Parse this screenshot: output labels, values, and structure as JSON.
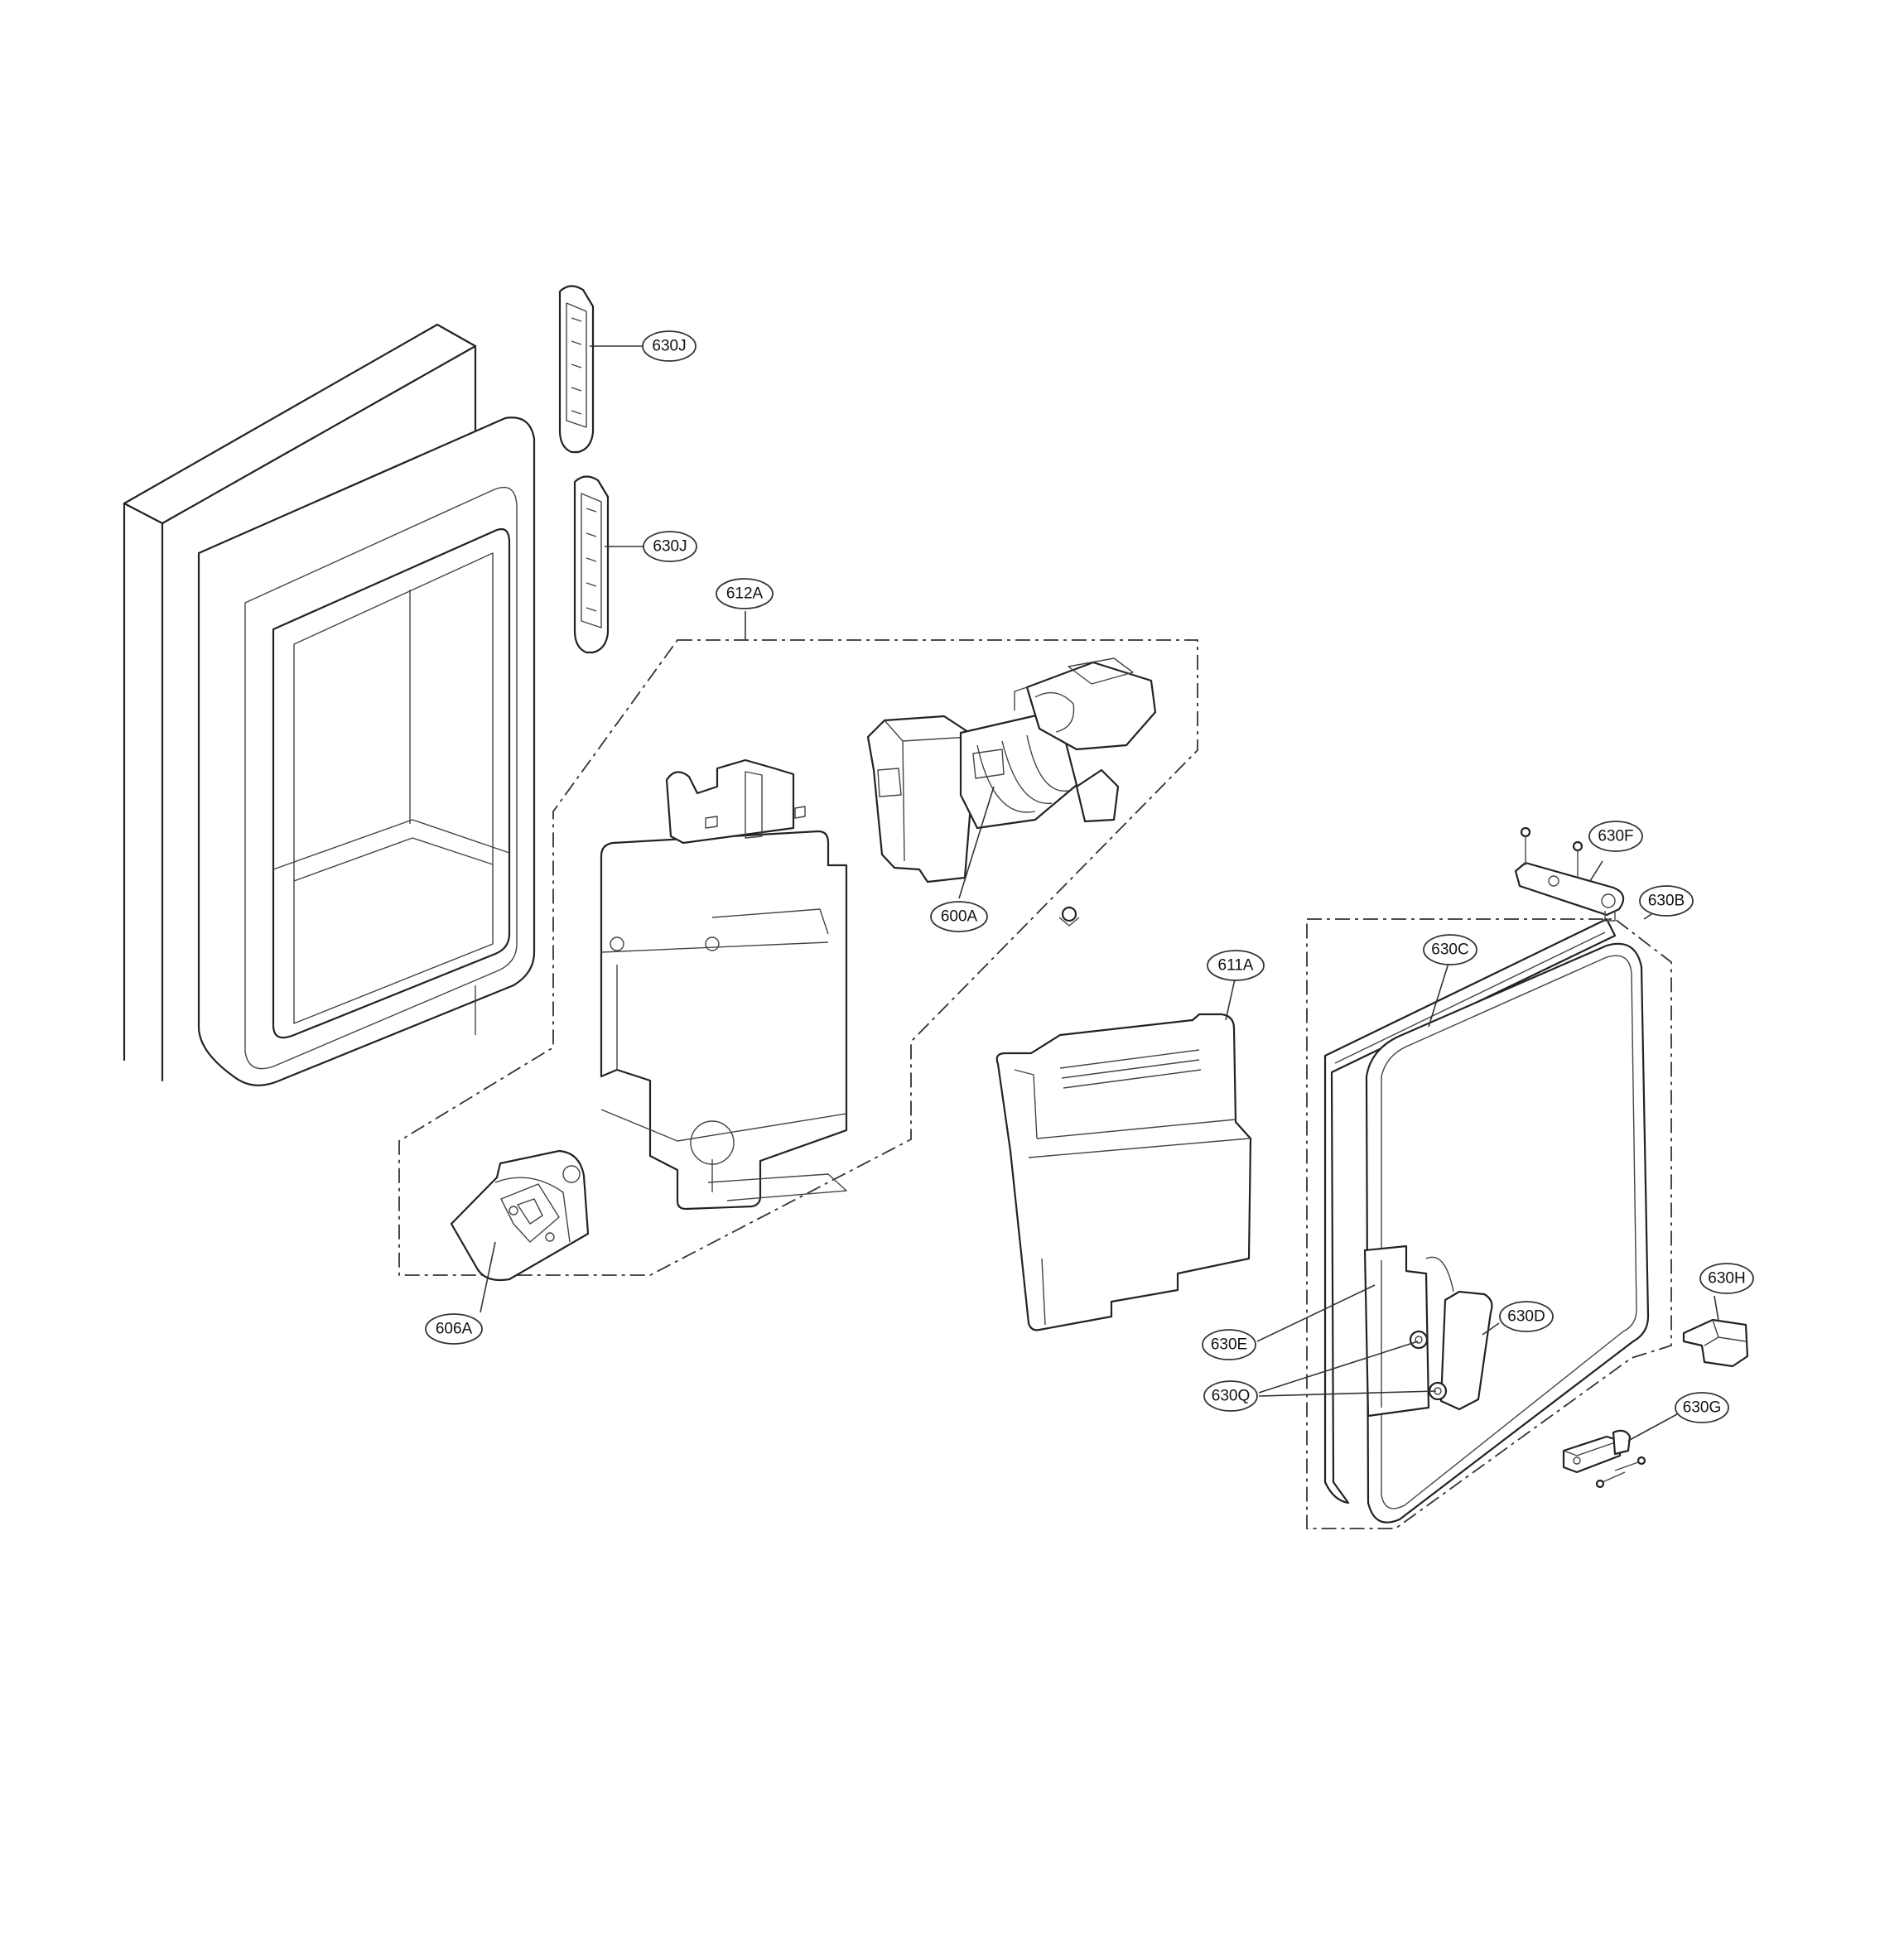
{
  "callouts": {
    "c630J_a": "630J",
    "c630J_b": "630J",
    "c612A": "612A",
    "c600A": "600A",
    "c630F": "630F",
    "c630B": "630B",
    "c630C": "630C",
    "c611A": "611A",
    "c606A": "606A",
    "c630H": "630H",
    "c630D": "630D",
    "c630E": "630E",
    "c630Q": "630Q",
    "c630G": "630G"
  },
  "colors": {
    "line": "#222222",
    "background": "#ffffff"
  }
}
